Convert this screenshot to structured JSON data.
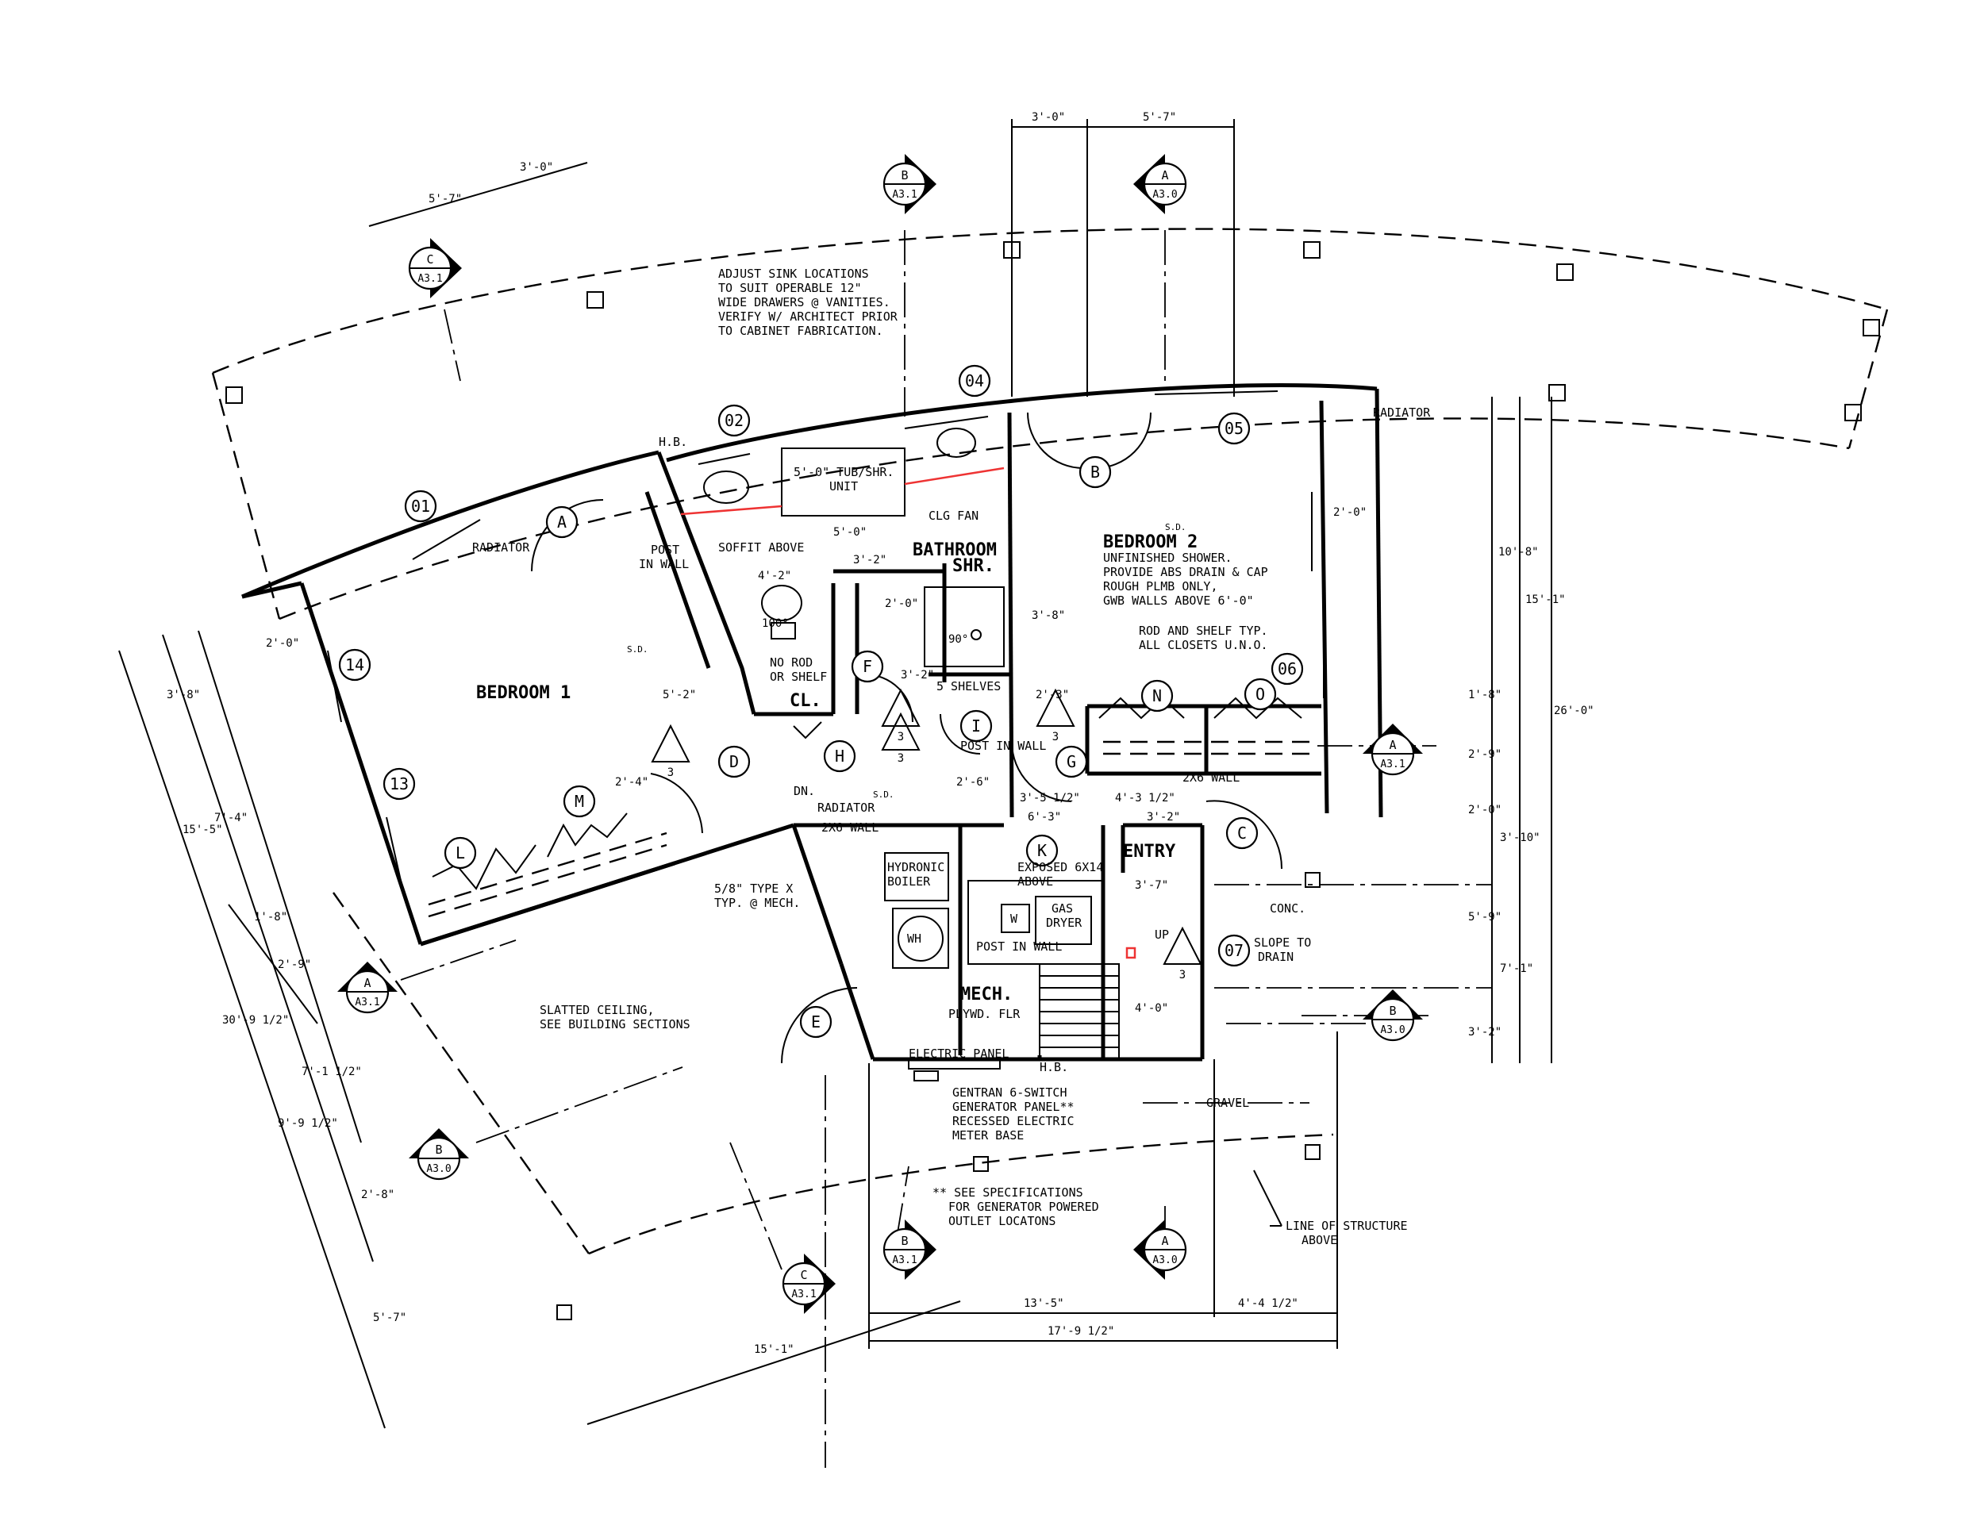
{
  "rooms": {
    "bedroom1": "BEDROOM 1",
    "bedroom2": "BEDROOM 2",
    "bathroom": "BATHROOM",
    "shr": "SHR.",
    "closet": "CL.",
    "mech": "MECH.",
    "entry": "ENTRY"
  },
  "notes": {
    "sink": [
      "ADJUST SINK LOCATIONS",
      "TO SUIT OPERABLE 12\"",
      "WIDE DRAWERS @ VANITIES.",
      "VERIFY W/ ARCHITECT PRIOR",
      "TO CABINET FABRICATION."
    ],
    "shower": [
      "UNFINISHED SHOWER.",
      "PROVIDE ABS DRAIN & CAP",
      "ROUGH PLMB ONLY,",
      "GWB WALLS ABOVE 6'-0\""
    ],
    "rod_shelf": [
      "ROD AND SHELF TYP.",
      "ALL CLOSETS U.N.O."
    ],
    "no_rod": [
      "NO ROD",
      "OR SHELF"
    ],
    "typex": [
      "5/8\" TYPE X",
      "TYP. @ MECH."
    ],
    "slatted": [
      "SLATTED CEILING,",
      "SEE BUILDING SECTIONS"
    ],
    "gentran": [
      "GENTRAN 6-SWITCH",
      "GENERATOR PANEL**",
      "RECESSED ELECTRIC",
      "METER BASE"
    ],
    "specs": [
      "** SEE SPECIFICATIONS",
      "FOR GENERATOR POWERED",
      "OUTLET LOCATONS"
    ],
    "line_structure": [
      "LINE OF STRUCTURE",
      "ABOVE"
    ],
    "slope": [
      "SLOPE TO",
      "DRAIN"
    ],
    "exposed": [
      "EXPOSED 6X14",
      "ABOVE"
    ],
    "tub": [
      "5'-0\" TUB/SHR.",
      "UNIT"
    ],
    "boiler": [
      "HYDRONIC",
      "BOILER"
    ],
    "dryer": [
      "GAS",
      "DRYER"
    ],
    "post1": [
      "POST",
      "IN WALL"
    ],
    "conc": "CONC.",
    "gravel": "GRAVEL",
    "plywd": "PLYWD. FLR",
    "electric_panel": "ELECTRIC PANEL",
    "hb": "H.B.",
    "hb2": "H.B.",
    "soffit": "SOFFIT ABOVE",
    "clg_fan": "CLG FAN",
    "shelves": "5 SHELVES",
    "radiator": "RADIATOR",
    "wall_2x6": "2X6 WALL",
    "post_wall": "POST IN WALL",
    "dn": "DN.",
    "up": "UP",
    "wh": "WH",
    "w": "W",
    "sd": "S.D."
  },
  "window_tags": [
    "01",
    "02",
    "04",
    "05",
    "06",
    "07",
    "13",
    "14"
  ],
  "door_tags": [
    "A",
    "B",
    "C",
    "D",
    "E",
    "F",
    "G",
    "H",
    "I",
    "K",
    "L",
    "M",
    "N",
    "O"
  ],
  "dimensions": {
    "top_left_a": "5'-7\"",
    "top_left_b": "3'-0\"",
    "top_mid_a": "3'-0\"",
    "top_mid_b": "5'-7\"",
    "d_2_0a": "2'-0\"",
    "d_2_0b": "2'-0\"",
    "d_5_0": "5'-0\"",
    "d_4_2": "4'-2\"",
    "d_3_2": "3'-2\"",
    "d_2_0c": "2'-0\"",
    "d_5_2": "5'-2\"",
    "d_2_4": "2'-4\"",
    "d_3_8": "3'-8\"",
    "d_2_3": "2'-3\"",
    "d_3_2b": "3'-2\"",
    "d_2_6": "2'-6\"",
    "d_3_5": "3'-5 1/2\"",
    "d_4_3": "4'-3 1/2\"",
    "d_6_3": "6'-3\"",
    "d_3_2c": "3'-2\"",
    "d_3_7": "3'-7\"",
    "d_4_0": "4'-0\"",
    "left_3_8": "3'-8\"",
    "left_7_4": "7'-4\"",
    "left_15_5": "15'-5\"",
    "left_1_8": "1'-8\"",
    "left_2_9": "2'-9\"",
    "left_30": "30'-9 1/2\"",
    "left_7_1": "7'-1 1/2\"",
    "left_9_9": "9'-9 1/2\"",
    "left_2_8": "2'-8\"",
    "left_5_7": "5'-7\"",
    "bot_15_1": "15'-1\"",
    "r_10_8": "10'-8\"",
    "r_15_1": "15'-1\"",
    "r_26_0": "26'-0\"",
    "r_1_8": "1'-8\"",
    "r_2_9": "2'-9\"",
    "r_2_0": "2'-0\"",
    "r_3_10": "3'-10\"",
    "r_5_9": "5'-9\"",
    "r_7_1": "7'-1\"",
    "r_3_2": "3'-2\"",
    "b_13_5": "13'-5\"",
    "b_4_4": "4'-4 1/2\"",
    "b_17_9": "17'-9 1/2\""
  },
  "section_markers": [
    {
      "letter": "B",
      "sheet": "A3.1"
    },
    {
      "letter": "A",
      "sheet": "A3.0"
    },
    {
      "letter": "C",
      "sheet": "A3.1"
    },
    {
      "letter": "A",
      "sheet": "A3.1"
    },
    {
      "letter": "A",
      "sheet": "A3.1"
    },
    {
      "letter": "B",
      "sheet": "A3.0"
    },
    {
      "letter": "B",
      "sheet": "A3.0"
    },
    {
      "letter": "B",
      "sheet": "A3.1"
    },
    {
      "letter": "A",
      "sheet": "A3.0"
    },
    {
      "letter": "C",
      "sheet": "A3.1"
    }
  ],
  "stair_tags": [
    "3",
    "3",
    "3",
    "3",
    "3"
  ],
  "angles": [
    "100°",
    "90°"
  ]
}
